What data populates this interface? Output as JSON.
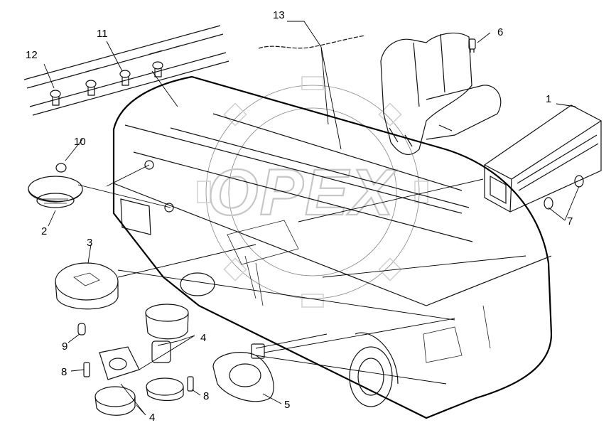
{
  "watermark": "OPEX",
  "callouts": [
    {
      "id": "1",
      "label": "1"
    },
    {
      "id": "2",
      "label": "2"
    },
    {
      "id": "3",
      "label": "3"
    },
    {
      "id": "4a",
      "label": "4"
    },
    {
      "id": "4b",
      "label": "4"
    },
    {
      "id": "5",
      "label": "5"
    },
    {
      "id": "6",
      "label": "6"
    },
    {
      "id": "7",
      "label": "7"
    },
    {
      "id": "8a",
      "label": "8"
    },
    {
      "id": "8b",
      "label": "8"
    },
    {
      "id": "9",
      "label": "9"
    },
    {
      "id": "10",
      "label": "10"
    },
    {
      "id": "11",
      "label": "11"
    },
    {
      "id": "12",
      "label": "12"
    },
    {
      "id": "13",
      "label": "13"
    }
  ]
}
